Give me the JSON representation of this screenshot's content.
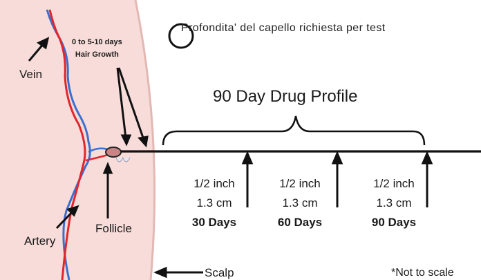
{
  "note": "Profondita' del capello richiesta per test",
  "title": "90 Day Drug Profile",
  "labels": {
    "vein": "Vein",
    "artery": "Artery",
    "follicle": "Follicle",
    "hair_line1": "0 to 5-10 days",
    "hair_line2": "Hair Growth",
    "scalp": "Scalp",
    "not_to_scale": "*Not to scale"
  },
  "markers": [
    {
      "inch": "1/2 inch",
      "cm": "1.3 cm",
      "days": "30 Days"
    },
    {
      "inch": "1/2 inch",
      "cm": "1.3 cm",
      "days": "60 Days"
    },
    {
      "inch": "1/2 inch",
      "cm": "1.3 cm",
      "days": "90 Days"
    }
  ],
  "colors": {
    "skin": "#f7dcd9",
    "scalp_edge": "#e2b8b4",
    "vein": "#3a6fd0",
    "artery": "#e0262c",
    "ink": "#111111"
  }
}
